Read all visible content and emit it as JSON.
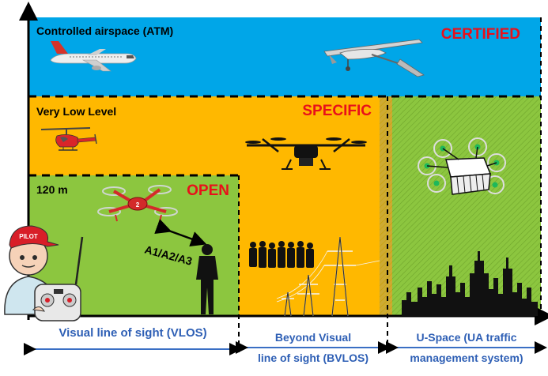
{
  "zones": {
    "controlled": {
      "label": "Controlled airspace (ATM)",
      "category": "CERTIFIED",
      "color": "#00A6E8"
    },
    "very_low": {
      "label": "Very Low Level",
      "category": "SPECIFIC",
      "color": "#FFB800"
    },
    "open": {
      "label": "120 m",
      "category": "OPEN",
      "color": "#8CC63F"
    },
    "uspace": {
      "color": "#8CC63F"
    }
  },
  "annotations": {
    "operator_classes": "A1/A2/A3",
    "pilot_cap": "PILOT",
    "drone_badge": "2"
  },
  "axis_labels": {
    "vlos": "Visual line of sight (VLOS)",
    "bvlos_line1": "Beyond Visual",
    "bvlos_line2": "line of sight (BVLOS)",
    "uspace_line1": "U-Space (UA traffic",
    "uspace_line2": "management system)"
  },
  "colors": {
    "category_text": "#E8101A",
    "arrow": "#3A6FC4",
    "axis": "#000000"
  },
  "icons": [
    "airliner-icon",
    "fixed-wing-uav-icon",
    "helicopter-icon",
    "quadcopter-icon",
    "hexacopter-icon",
    "cargo-octocopter-icon",
    "person-silhouette-icon",
    "crowd-icon",
    "power-pylons-icon",
    "city-skyline-icon",
    "pilot-with-controller-icon"
  ]
}
